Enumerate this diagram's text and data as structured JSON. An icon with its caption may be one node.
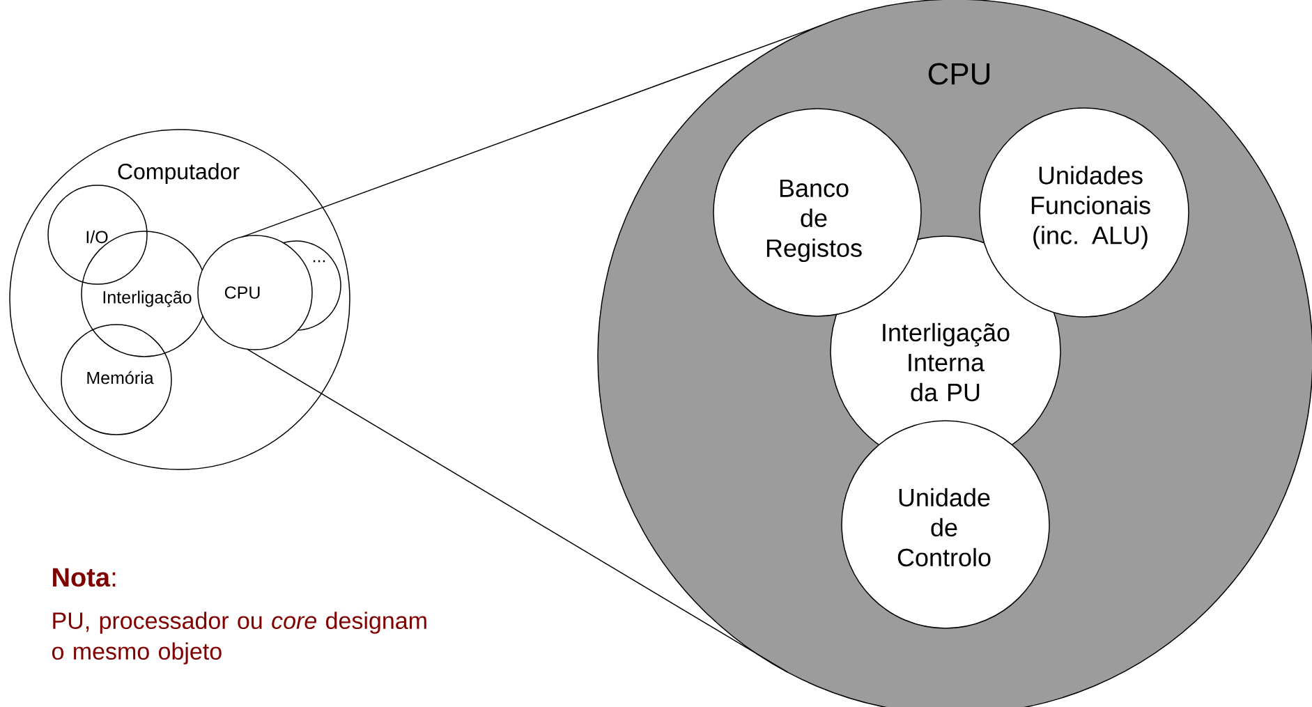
{
  "diagram": {
    "nodes": [
      {
        "text": [
          "Computador"
        ]
      },
      {
        "text": [
          "I/O"
        ],
        "in": 0
      },
      {
        "text": [
          "Interligação"
        ],
        "in": 0
      },
      {
        "text": [
          "Memória"
        ],
        "in": 0
      },
      {
        "text": [
          "..."
        ],
        "in": 0
      },
      {
        "text": [
          "CPU"
        ],
        "in": 0
      },
      {
        "text": [
          "CPU"
        ]
      },
      {
        "text": [
          "Banco de Registos"
        ],
        "in": 6
      },
      {
        "text": [
          "Unidades Funcionais (inc. ALU)"
        ],
        "in": 6
      },
      {
        "text": [
          "Interligação Interna da PU"
        ],
        "in": 6
      },
      {
        "text": [
          "Unidade de Controlo"
        ],
        "in": 6
      }
    ],
    "edges": [
      {
        "from": 5,
        "to": 6,
        "arrow": "none"
      },
      {
        "from": 5,
        "to": 6,
        "arrow": "none"
      }
    ],
    "labels": [
      "**Nota**:",
      "PU, processador ou *core* designam o mesmo objeto"
    ]
  }
}
